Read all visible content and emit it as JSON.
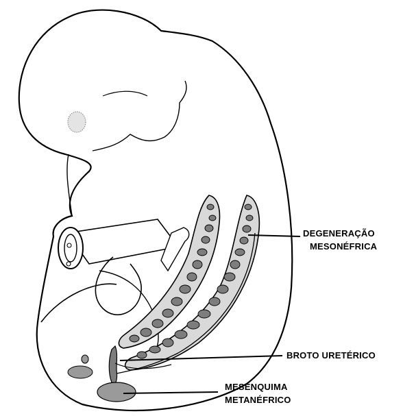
{
  "labels": {
    "degeneracao_line1": "DEGENERAÇÃO",
    "degeneracao_line2": "MESONÉFRICA",
    "broto": "BROTO URETÉRICO",
    "mesenquima_line1": "MESENQUIMA",
    "mesenquima_line2": "METANÉFRICO"
  },
  "colors": {
    "outline": "#000000",
    "tissue_gray": "#7d7d7d",
    "duct_light": "#cfcfcf",
    "background": "#ffffff"
  }
}
